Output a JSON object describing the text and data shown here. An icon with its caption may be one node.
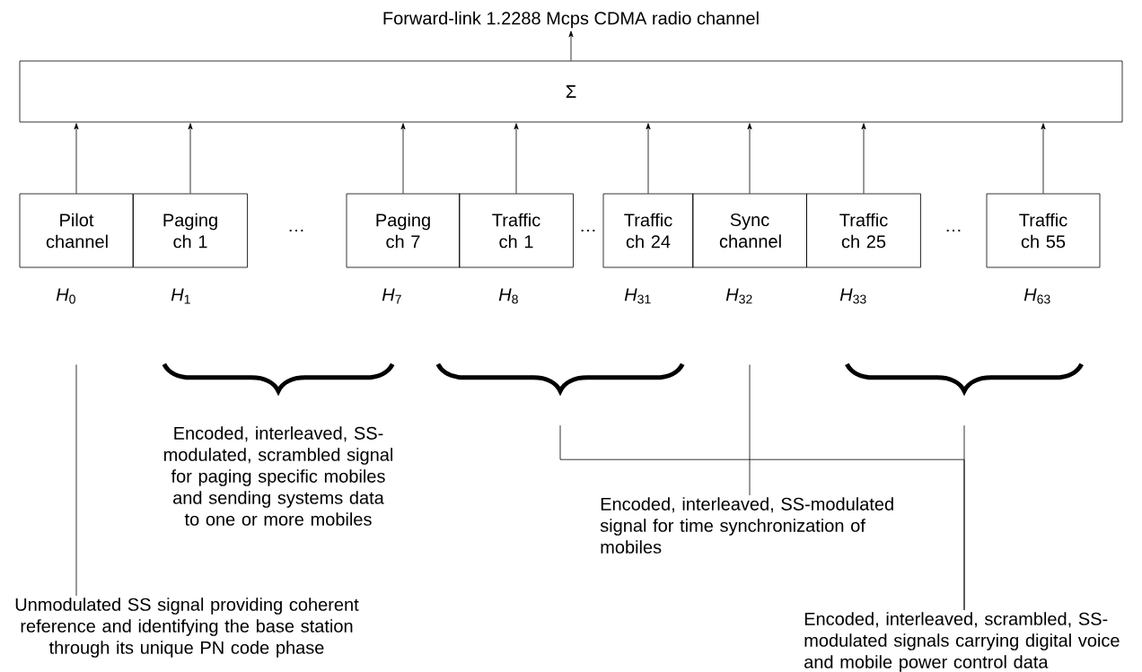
{
  "diagram": {
    "nodes": [
      {
        "text": [
          "Forward-link 1.2288 Mcps CDMA radio channel"
        ]
      },
      {
        "text": [
          "Σ"
        ]
      },
      {
        "text": [
          "Pilot channel"
        ],
        "beside": [
          "*H*$_{0}$"
        ]
      },
      {
        "text": [
          "Paging ch 1"
        ],
        "beside": [
          "*H*$_{1}$"
        ]
      },
      {
        "text": [
          "Paging ch 7"
        ],
        "beside": [
          "*H*$_{7}$"
        ]
      },
      {
        "text": [
          "Traffic ch 1"
        ],
        "beside": [
          "*H*$_{8}$"
        ]
      },
      {
        "text": [
          "Traffic ch 24"
        ],
        "beside": [
          "*H*$_{31}$"
        ]
      },
      {
        "text": [
          "Sync channel"
        ],
        "beside": [
          "*H*$_{32}$"
        ]
      },
      {
        "text": [
          "Traffic ch 25"
        ],
        "beside": [
          "*H*$_{33}$"
        ]
      },
      {
        "text": [
          "Traffic ch 55"
        ],
        "beside": [
          "*H*$_{63}$"
        ]
      },
      {
        "text": [],
        "shape": "brace"
      },
      {
        "text": [],
        "shape": "brace"
      },
      {
        "text": [],
        "shape": "brace"
      },
      {
        "text": [
          "Encoded, interleaved, SS-modulated signal for time synchronization of mobiles"
        ]
      },
      {
        "text": [
          "Unmodulated SS signal providing coherent reference and identifying the base station through its unique PN code phase"
        ]
      },
      {
        "text": [
          "Encoded, interleaved, scrambled, SS-modulated signals carrying digital voice and mobile power control data"
        ]
      }
    ],
    "edges": [
      {
        "from": 1,
        "to": 0,
        "arrow": "to"
      },
      {
        "from": 2,
        "to": 1,
        "arrow": "to"
      },
      {
        "from": 3,
        "to": 1,
        "arrow": "to"
      },
      {
        "from": 4,
        "to": 1,
        "arrow": "to"
      },
      {
        "from": 5,
        "to": 1,
        "arrow": "to"
      },
      {
        "from": 6,
        "to": 1,
        "arrow": "to"
      },
      {
        "from": 7,
        "to": 1,
        "arrow": "to"
      },
      {
        "from": 8,
        "to": 1,
        "arrow": "to"
      },
      {
        "from": 9,
        "to": 1,
        "arrow": "to"
      },
      {
        "from": 2,
        "to": 14,
        "arrow": "none"
      },
      {
        "from": 7,
        "to": 13,
        "arrow": "none"
      },
      {
        "from": 11,
        "to": 15,
        "arrow": "none"
      },
      {
        "from": 12,
        "to": 15,
        "arrow": "none"
      }
    ],
    "labels": [
      "…",
      "…",
      "…",
      "Encoded, interleaved, SS-modulated, scrambled signal for paging specific mobiles and sending systems data to one or more mobiles"
    ]
  }
}
